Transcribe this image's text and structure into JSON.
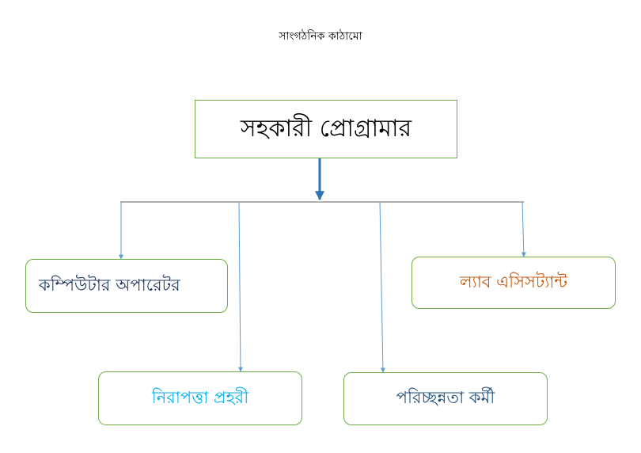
{
  "page_title": "সাংগঠনিক কাঠামো",
  "root": {
    "label": "সহকারী প্রোগ্রামার",
    "color": "#000000"
  },
  "children": [
    {
      "id": "computer-operator",
      "label": "কম্পিউটার অপারেটর",
      "color": "#1f3864"
    },
    {
      "id": "lab-assistant",
      "label": "ল্যাব এসিসট্যান্ট",
      "color": "#c55a11"
    },
    {
      "id": "security-guard",
      "label": "নিরাপত্তা প্রহরী",
      "color": "#00b0f0"
    },
    {
      "id": "cleaner",
      "label": "পরিচ্ছন্নতা কর্মী",
      "color": "#1f4e79"
    }
  ],
  "colors": {
    "box_border": "#70ad47",
    "connector_bar": "#808080",
    "arrow_lines": "#5b9bd5",
    "root_arrow": "#2e75b6"
  }
}
